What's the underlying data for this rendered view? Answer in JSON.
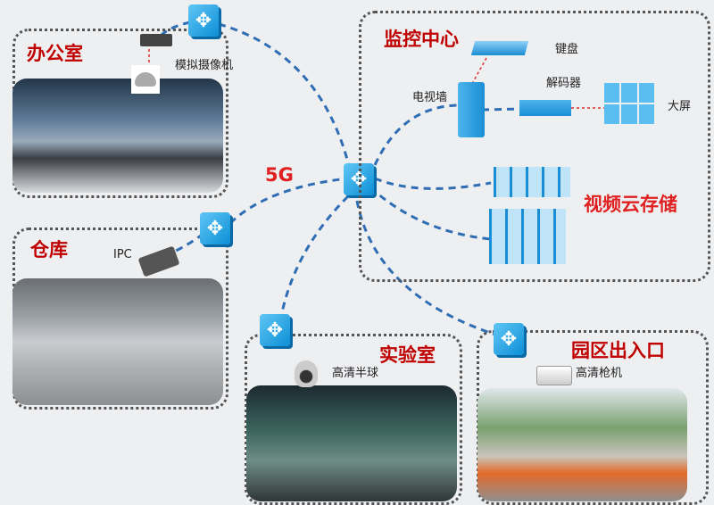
{
  "network_label": "5G",
  "zones": {
    "office": {
      "title": "办公室",
      "device_label": "模拟摄像机"
    },
    "warehouse": {
      "title": "仓库",
      "device_label": "IPC"
    },
    "monitor_center": {
      "title": "监控中心",
      "keyboard_label": "键盘",
      "tv_wall_label": "电视墙",
      "decoder_label": "解码器",
      "big_screen_label": "大屏",
      "storage_label": "视频云存储"
    },
    "lab": {
      "title": "实验室",
      "device_label": "高清半球"
    },
    "gate": {
      "title": "园区出入口",
      "device_label": "高清枪机"
    }
  },
  "colors": {
    "title_red": "#c00000",
    "link_blue": "#2f6db5",
    "device_blue": "#1a9ae0"
  }
}
